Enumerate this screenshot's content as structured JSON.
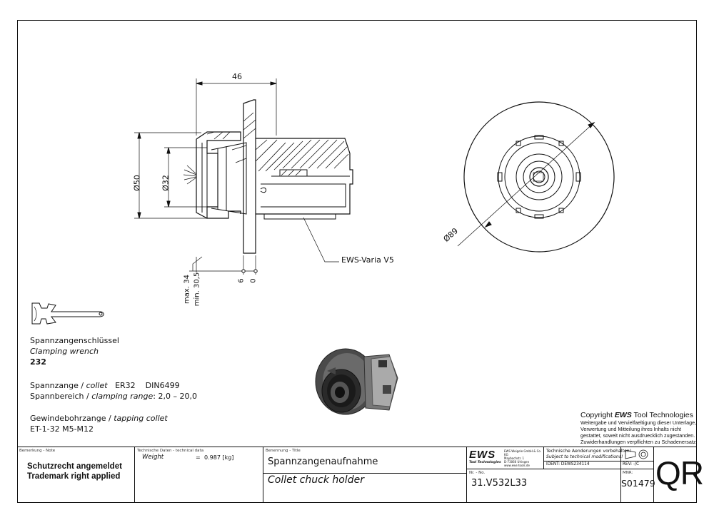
{
  "drawing": {
    "dim_width": "46",
    "dim_dia_outer": "Ø50",
    "dim_dia_inner": "Ø32",
    "dim_dia_flange": "Ø89",
    "dim_max": "max. 34",
    "dim_min": "min. 30,5",
    "dim_six": "6",
    "dim_zero": "0",
    "label_varia": "EWS-Varia V5"
  },
  "wrench": {
    "label_de": "Spannzangenschlüssel",
    "label_en": "Clamping wrench",
    "number": "232"
  },
  "specs": {
    "collet_de": "Spannzange /",
    "collet_en": "collet",
    "collet_value": "ER32",
    "collet_norm": "DIN6499",
    "range_de": "Spannbereich /",
    "range_en": "clamping range",
    "range_value": ": 2,0 – 20,0",
    "tapping_de": "Gewindebohrzange /",
    "tapping_en": "tapping collet",
    "tapping_value": "ET-1-32   M5-M12"
  },
  "copyright": {
    "prefix": "Copyright",
    "brand": "EWS",
    "suffix": "Tool Technologies",
    "line1": "Weitergabe und Vervielfaeltigung dieser Unterlage,",
    "line2": "Verwertung und Mitteilung ihres Inhalts nicht",
    "line3": "gestattet, soweit nicht ausdruecklich zugestanden.",
    "line4": "Zuwiderhandlungen verpflichten zu Schadenersatz."
  },
  "titleblock": {
    "note_label": "Bemerkung - Note",
    "note_line1": "Schutzrecht angemeldet",
    "note_line2": "Trademark right applied",
    "tech_label": "Technische Daten - technical data",
    "weight_label": "Weight",
    "weight_eq": "=",
    "weight_value": "0.987 [kg]",
    "title_label": "Benennung - Title",
    "title_de": "Spannzangenaufnahme",
    "title_en": "Collet chuck holder",
    "logo": "EWS",
    "logo_sub": "Tool Technologies",
    "company_line1": "EWS Weigele GmbH & Co. KG",
    "company_line2": "Maybachstr. 1",
    "company_line3": "D-73066 Uhingen",
    "company_line4": "www.ews-tools.de",
    "change_de": "Technische Aenderungen vorbehalten!",
    "change_en": "Subject to technical modifications!",
    "ident": "IDENT: DEWS234114",
    "rev": "REV:  -/C",
    "nr_label": "Nr. - No.",
    "number": "31.V532L33",
    "mnr_label": "MNR:",
    "mnr": "S01479",
    "qr": "QR"
  }
}
